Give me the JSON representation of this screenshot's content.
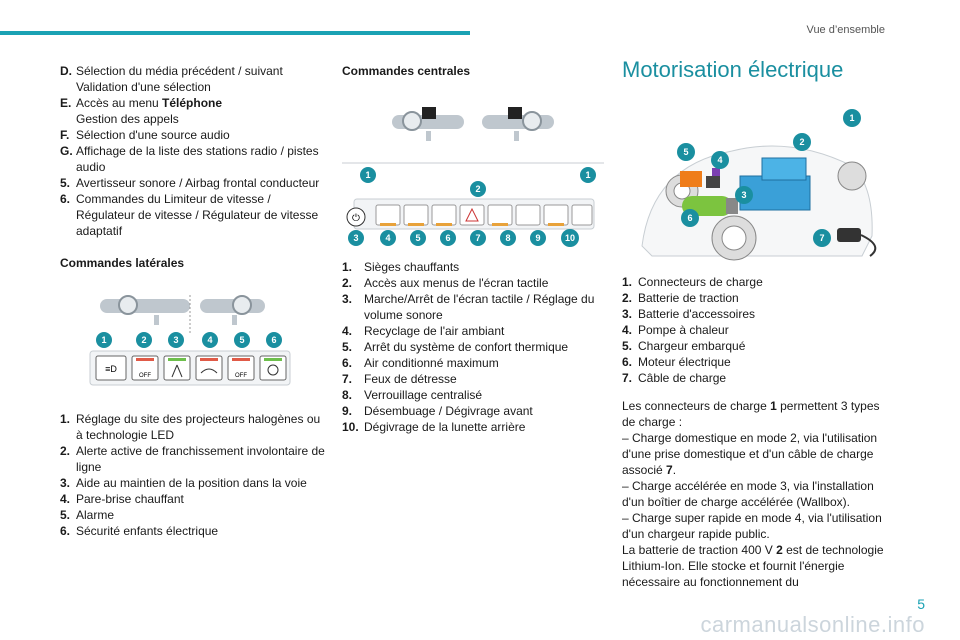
{
  "header": {
    "section": "Vue d’ensemble",
    "page_number": "5"
  },
  "col1": {
    "items_top": [
      {
        "key": "D.",
        "text": "Sélection du média précédent / suivant",
        "sub": "Validation d'une sélection"
      },
      {
        "key": "E.",
        "text_pre": "Accès au menu ",
        "text_bold": "Téléphone",
        "sub": "Gestion des appels"
      },
      {
        "key": "F.",
        "text": "Sélection d'une source audio"
      },
      {
        "key": "G.",
        "text": "Affichage de la liste des stations radio / pistes audio"
      },
      {
        "key": "5.",
        "text": "Avertisseur sonore / Airbag frontal conducteur"
      },
      {
        "key": "6.",
        "text": "Commandes du Limiteur de vitesse / Régulateur de vitesse / Régulateur de vitesse adaptatif"
      }
    ],
    "section_title": "Commandes latérales",
    "badges": [
      "1",
      "2",
      "3",
      "4",
      "5",
      "6"
    ],
    "items_bottom": [
      {
        "key": "1.",
        "text": "Réglage du site des projecteurs halogènes ou à technologie LED"
      },
      {
        "key": "2.",
        "text": "Alerte active de franchissement involontaire de ligne"
      },
      {
        "key": "3.",
        "text": "Aide au maintien de la position dans la voie"
      },
      {
        "key": "4.",
        "text": "Pare-brise chauffant"
      },
      {
        "key": "5.",
        "text": "Alarme"
      },
      {
        "key": "6.",
        "text": "Sécurité enfants électrique"
      }
    ]
  },
  "col2": {
    "section_title": "Commandes centrales",
    "badges": [
      "1",
      "2",
      "1",
      "3",
      "4",
      "5",
      "6",
      "7",
      "8",
      "9",
      "10"
    ],
    "items": [
      {
        "key": "1.",
        "text": "Sièges chauffants"
      },
      {
        "key": "2.",
        "text": "Accès aux menus de l'écran tactile"
      },
      {
        "key": "3.",
        "text": "Marche/Arrêt de l'écran tactile / Réglage du volume sonore"
      },
      {
        "key": "4.",
        "text": "Recyclage de l'air ambiant"
      },
      {
        "key": "5.",
        "text": "Arrêt du système de confort thermique"
      },
      {
        "key": "6.",
        "text": "Air conditionné maximum"
      },
      {
        "key": "7.",
        "text": "Feux de détresse"
      },
      {
        "key": "8.",
        "text": "Verrouillage centralisé"
      },
      {
        "key": "9.",
        "text": "Désembuage / Dégivrage avant"
      },
      {
        "key": "10.",
        "text": "Dégivrage de la lunette arrière"
      }
    ]
  },
  "col3": {
    "title": "Motorisation électrique",
    "badges": [
      "1",
      "2",
      "3",
      "4",
      "5",
      "6",
      "7"
    ],
    "items": [
      {
        "key": "1.",
        "text": "Connecteurs de charge"
      },
      {
        "key": "2.",
        "text": "Batterie de traction"
      },
      {
        "key": "3.",
        "text": "Batterie d'accessoires"
      },
      {
        "key": "4.",
        "text": "Pompe à chaleur"
      },
      {
        "key": "5.",
        "text": "Chargeur embarqué"
      },
      {
        "key": "6.",
        "text": "Moteur électrique"
      },
      {
        "key": "7.",
        "text": "Câble de charge"
      }
    ],
    "para": {
      "l1_pre": "Les connecteurs de charge ",
      "l1_bold": "1",
      "l1_post": " permettent 3 types de charge :",
      "l2_pre": "–  Charge domestique en mode 2, via l'utilisation d'une prise domestique et d'un câble de charge associé ",
      "l2_bold": "7",
      "l2_post": ".",
      "l3": "–  Charge accélérée en mode 3, via l'installation d'un boîtier de charge accélérée (Wallbox).",
      "l4": "–  Charge super rapide en mode 4, via l'utilisation d'un chargeur rapide public.",
      "l5_pre": "La batterie de traction 400 V ",
      "l5_bold": "2",
      "l5_post": " est de technologie Lithium-Ion. Elle stocke et fournit l'énergie nécessaire au fonctionnement du"
    }
  },
  "watermark": "carmanualsonline.info",
  "off_label": "OFF"
}
